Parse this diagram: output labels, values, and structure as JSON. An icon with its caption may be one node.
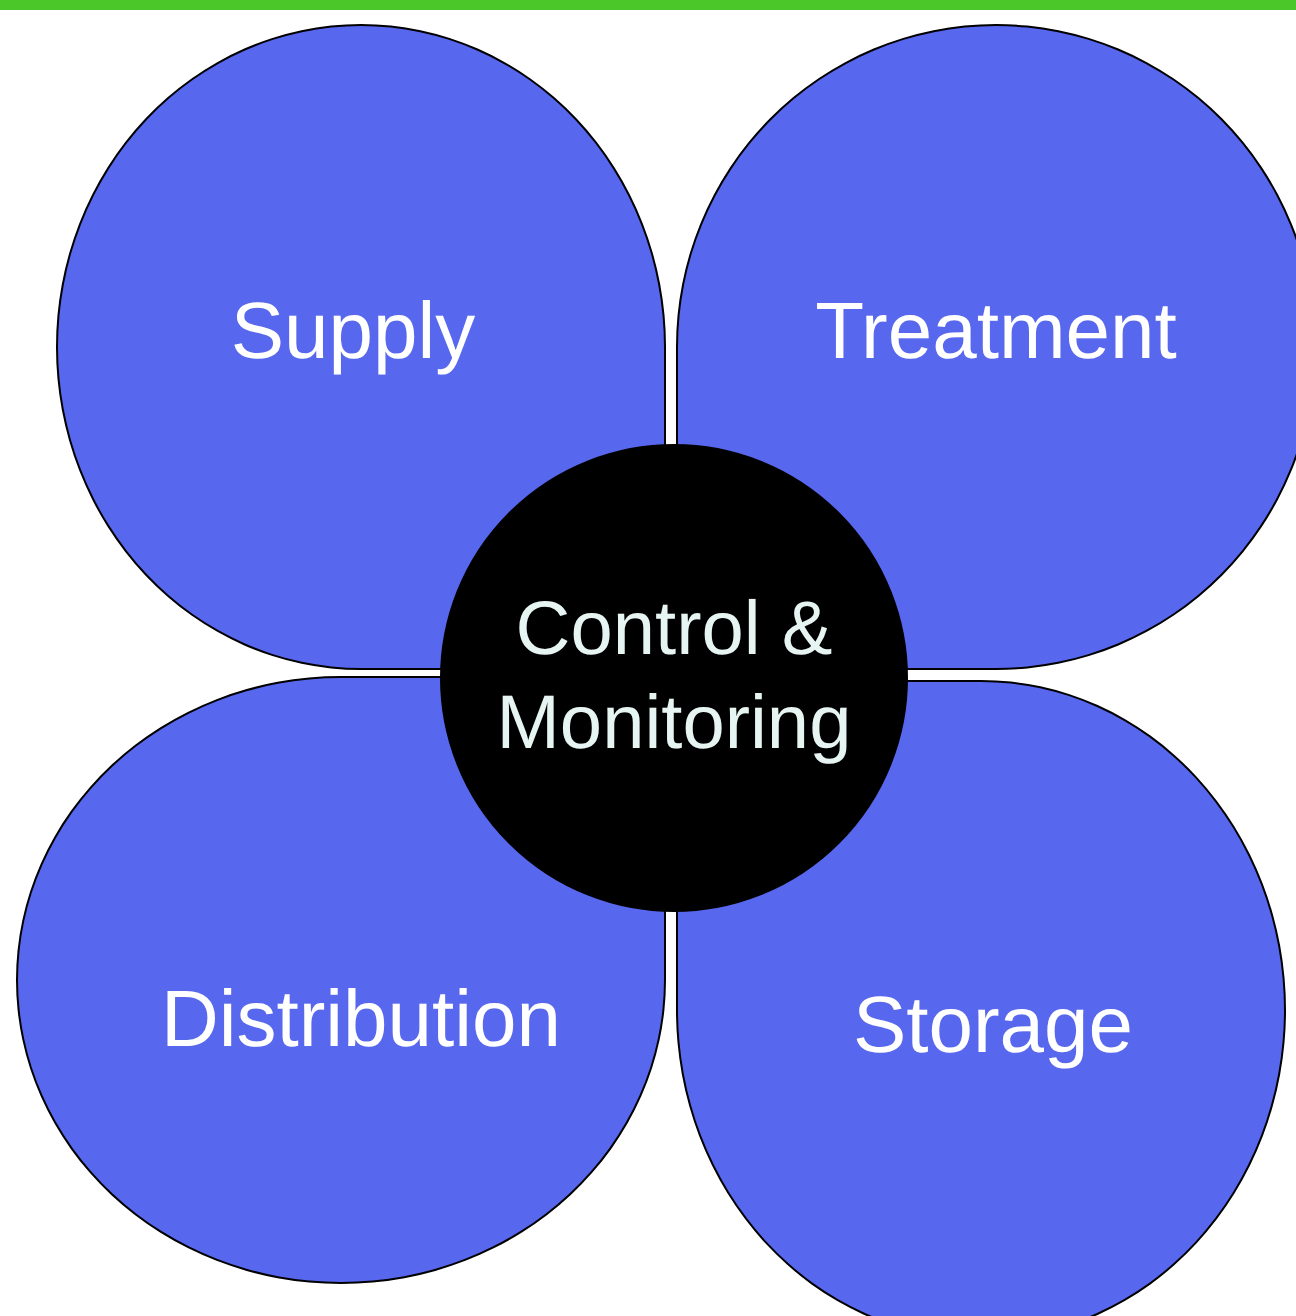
{
  "diagram": {
    "nodes": [
      {
        "text": [
          "Supply"
        ]
      },
      {
        "text": [
          "Treatment"
        ]
      },
      {
        "text": [
          "Control & Monitoring"
        ]
      },
      {
        "text": [
          "Distribution"
        ]
      },
      {
        "text": [
          "Storage"
        ]
      }
    ]
  }
}
